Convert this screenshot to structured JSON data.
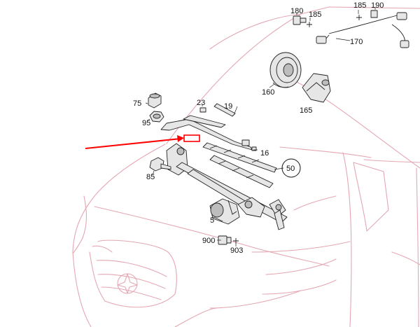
{
  "diagram": {
    "callouts": [
      {
        "id": "c180",
        "label": "180"
      },
      {
        "id": "c185a",
        "label": "185"
      },
      {
        "id": "c185b",
        "label": "185"
      },
      {
        "id": "c190",
        "label": "190"
      },
      {
        "id": "c170",
        "label": "170"
      },
      {
        "id": "c160",
        "label": "160"
      },
      {
        "id": "c165",
        "label": "165"
      },
      {
        "id": "c75",
        "label": "75"
      },
      {
        "id": "c95",
        "label": "95"
      },
      {
        "id": "c23",
        "label": "23"
      },
      {
        "id": "c19",
        "label": "19"
      },
      {
        "id": "c16",
        "label": "16"
      },
      {
        "id": "c50",
        "label": "50"
      },
      {
        "id": "c85",
        "label": "85"
      },
      {
        "id": "c5",
        "label": "5"
      },
      {
        "id": "c900",
        "label": "900"
      },
      {
        "id": "c903",
        "label": "903"
      }
    ],
    "colors": {
      "vehicle_outline": "#e4a7b3",
      "parts_outline": "#222222",
      "pointer_arrow": "#ff0000",
      "background": "#ffffff"
    }
  }
}
